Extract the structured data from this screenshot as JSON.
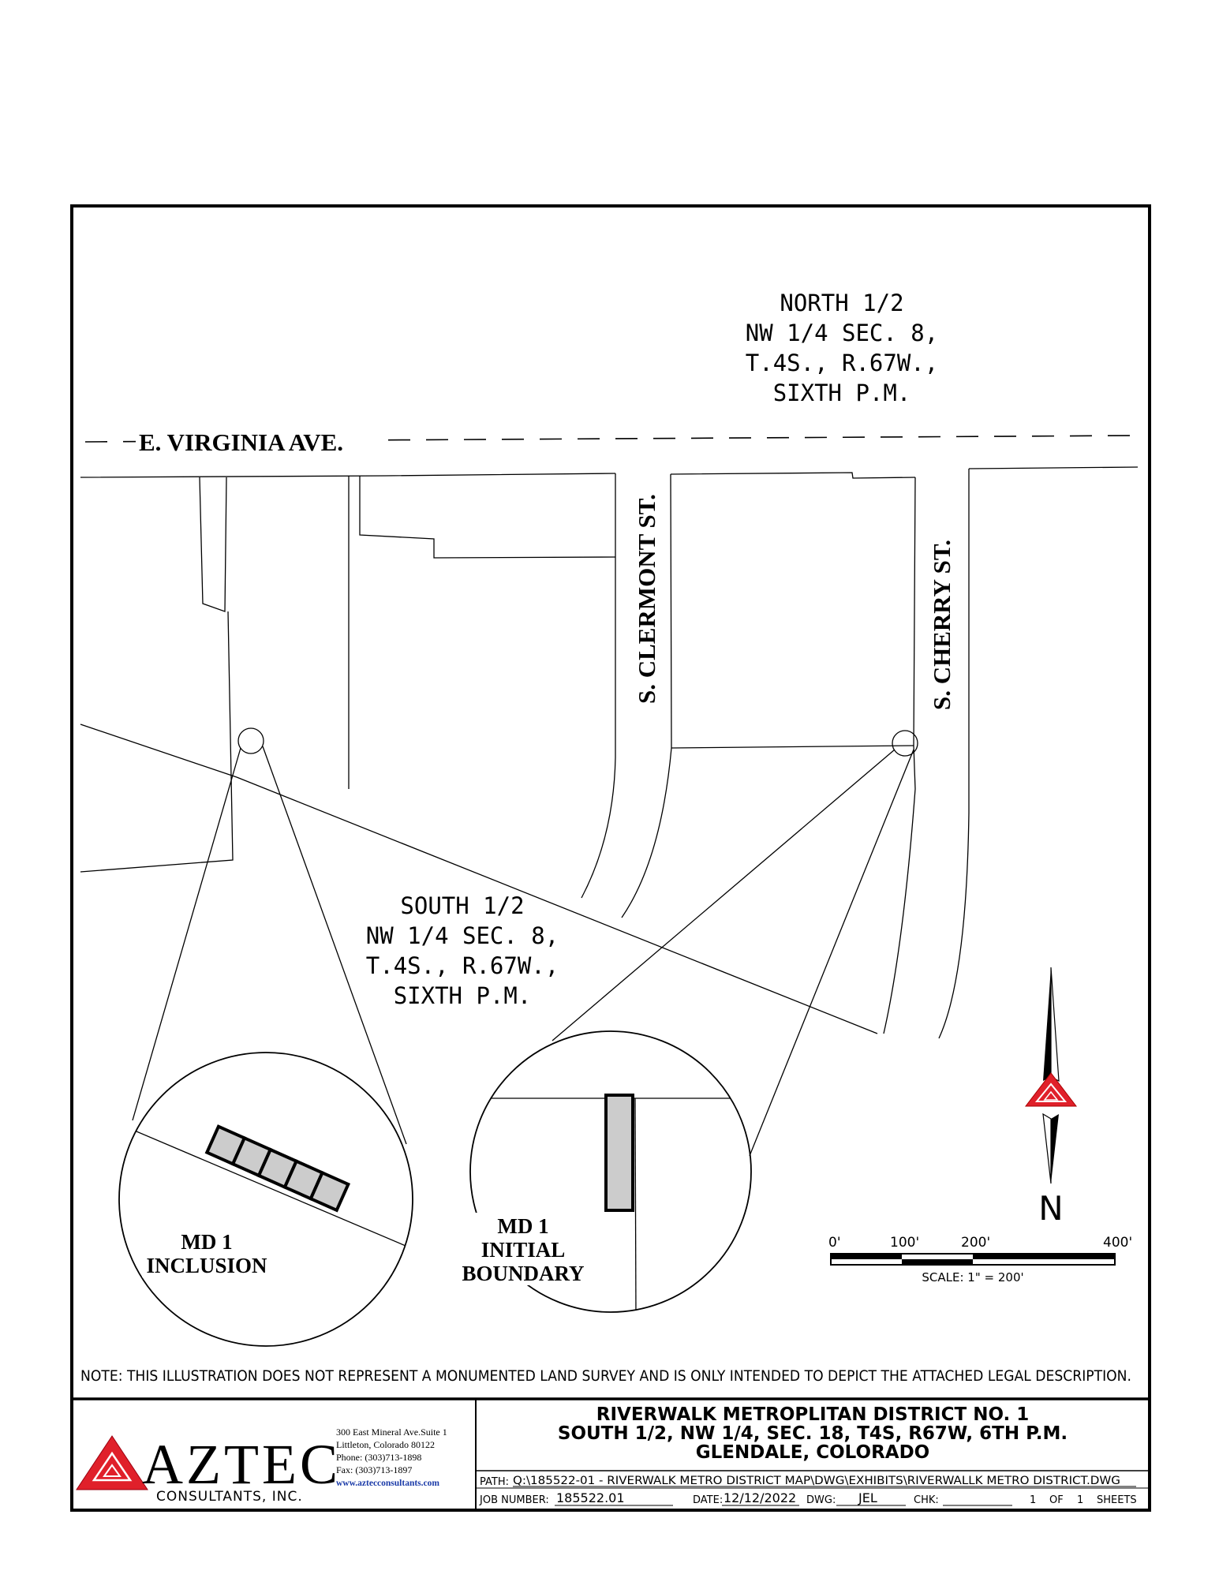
{
  "map": {
    "street_virginia": "E. VIRGINIA AVE.",
    "street_clermont": "S. CLERMONT ST.",
    "street_cherry": "S. CHERRY ST.",
    "north_section": [
      "NORTH 1/2",
      "NW 1/4 SEC. 8,",
      "T.4S., R.67W.,",
      "SIXTH P.M."
    ],
    "south_section": [
      "SOUTH 1/2",
      "NW 1/4 SEC. 8,",
      "T.4S., R.67W.,",
      "SIXTH P.M."
    ],
    "inclusion_label": [
      "MD 1",
      "INCLUSION"
    ],
    "initial_label": [
      "MD 1",
      "INITIAL",
      "BOUNDARY"
    ],
    "north_arrow": "N",
    "north_arrow_icon": "north-arrow-icon",
    "scale_ticks": [
      "0'",
      "100'",
      "200'",
      "400'"
    ],
    "scale_text": "SCALE:  1\"  =  200'",
    "note": "NOTE: THIS ILLUSTRATION DOES NOT REPRESENT A MONUMENTED LAND SURVEY AND IS ONLY INTENDED TO DEPICT THE ATTACHED LEGAL DESCRIPTION.",
    "fill_gray": "#cccccc",
    "accent_red": "#e0202a"
  },
  "title_block": {
    "company": "AZTEC",
    "company_sub": "CONSULTANTS, INC.",
    "logo_icon": "aztec-triangle-logo",
    "address": [
      "300 East Mineral Ave.Suite 1",
      "Littleton, Colorado  80122",
      "Phone: (303)713-1898",
      "Fax: (303)713-1897"
    ],
    "website": "www.aztecconsultants.com",
    "title_lines": [
      "RIVERWALK METROPLITAN DISTRICT NO. 1",
      "SOUTH 1/2, NW 1/4, SEC. 18, T4S, R67W, 6TH P.M.",
      "GLENDALE, COLORADO"
    ],
    "path_label": "PATH:",
    "path_value": "Q:\\185522-01 - RIVERWALK METRO DISTRICT MAP\\DWG\\EXHIBITS\\RIVERWALLK METRO DISTRICT.DWG",
    "job_label": "JOB NUMBER:",
    "job_value": "185522.01",
    "date_label": "DATE:",
    "date_value": "12/12/2022",
    "dwg_label": "DWG:",
    "dwg_value": "JEL",
    "chk_label": "CHK:",
    "chk_value": "",
    "sheet_num": "1",
    "of_label": "OF",
    "sheet_total": "1",
    "sheets_label": "SHEETS"
  }
}
